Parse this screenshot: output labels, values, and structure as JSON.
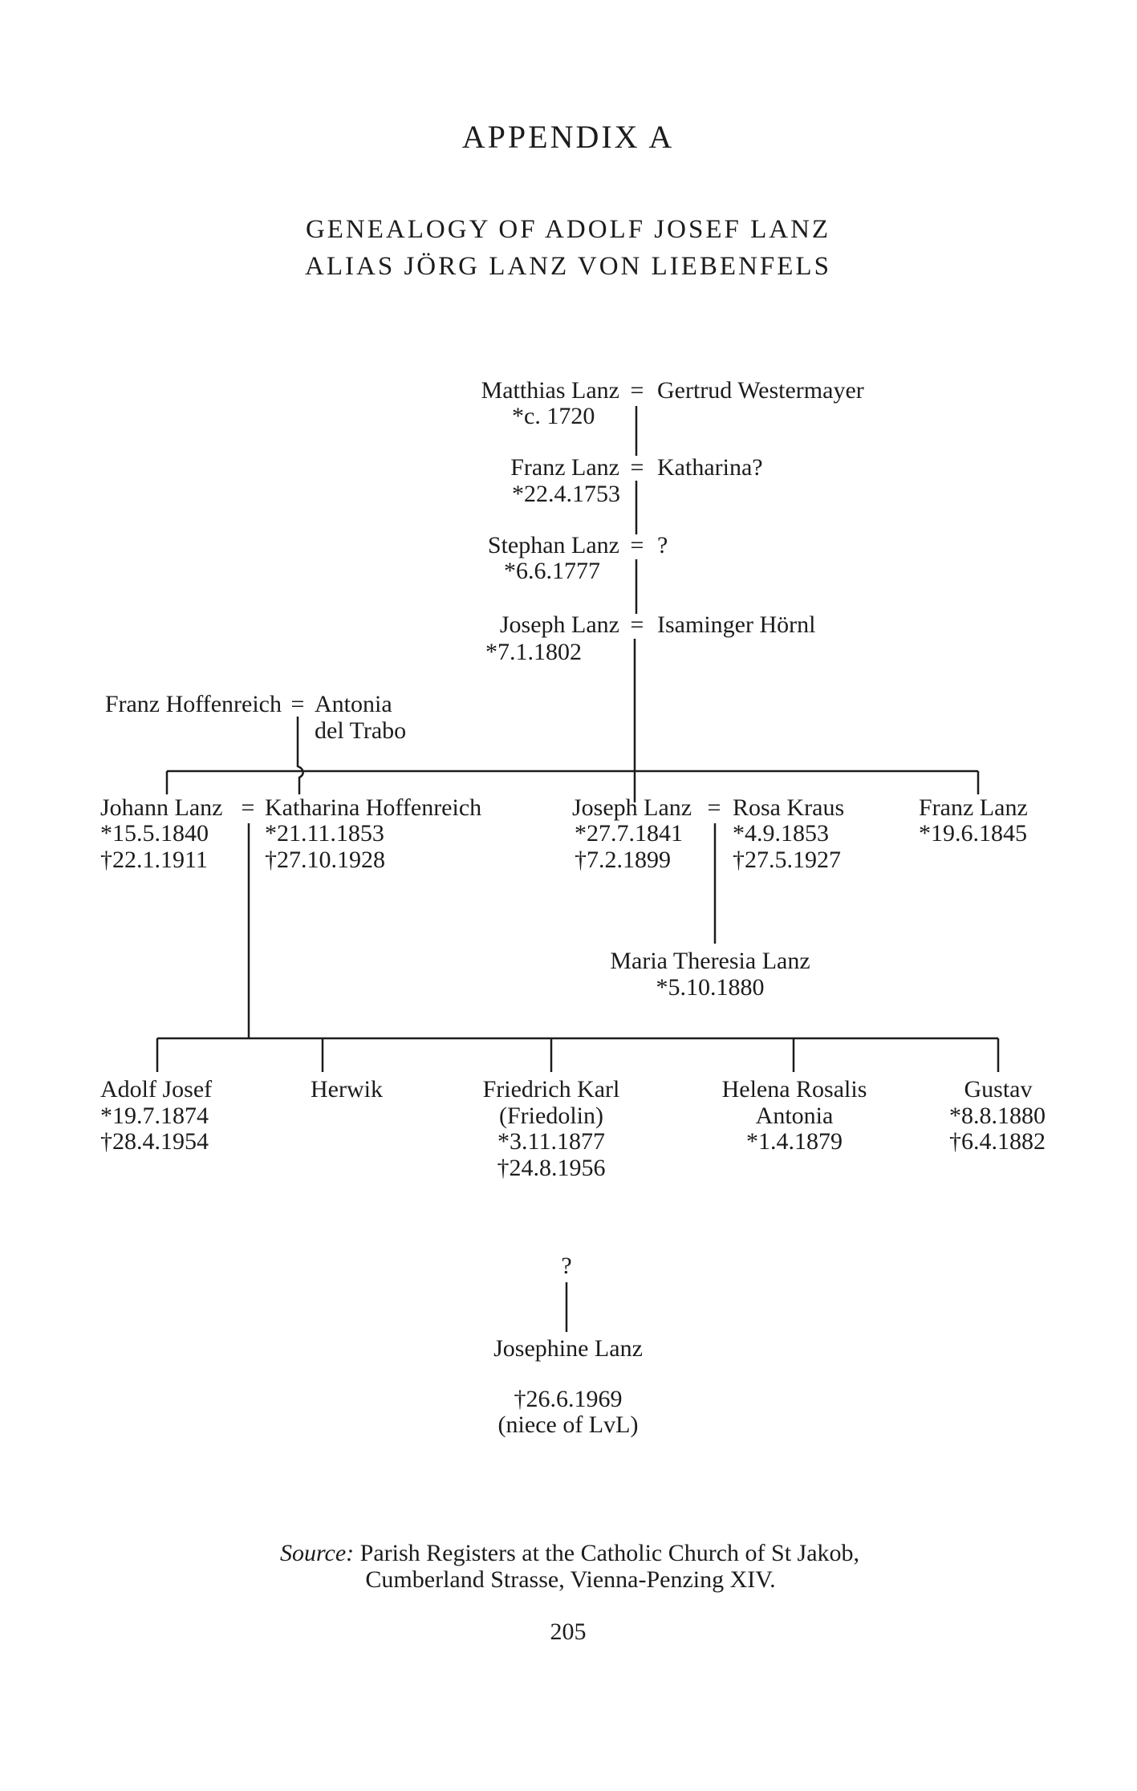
{
  "title": "APPENDIX A",
  "subtitle": [
    "GENEALOGY OF ADOLF JOSEF LANZ",
    "ALIAS JÖRG LANZ VON LIEBENFELS"
  ],
  "marriage_sign": "=",
  "ancestors": [
    {
      "husband": "Matthias Lanz",
      "wife": "Gertrud Westermayer",
      "born": "*c. 1720"
    },
    {
      "husband": "Franz Lanz",
      "wife": "Katharina?",
      "born": "*22.4.1753"
    },
    {
      "husband": "Stephan Lanz",
      "wife": "?",
      "born": "*6.6.1777"
    },
    {
      "husband": "Joseph Lanz",
      "wife": "Isaminger Hörnl",
      "born": "*7.1.1802"
    }
  ],
  "hoffenreich": {
    "husband": "Franz Hoffenreich",
    "wife": [
      "Antonia",
      "del Trabo"
    ]
  },
  "generation_2": {
    "johann": {
      "husband": "Johann Lanz",
      "husband_born": "*15.5.1840",
      "husband_died": "†22.1.1911",
      "wife": "Katharina Hoffenreich",
      "wife_born": "*21.11.1853",
      "wife_died": "†27.10.1928"
    },
    "joseph": {
      "husband": "Joseph Lanz",
      "husband_born": "*27.7.1841",
      "husband_died": "†7.2.1899",
      "wife": "Rosa Kraus",
      "wife_born": "*4.9.1853",
      "wife_died": "†27.5.1927"
    },
    "franz": {
      "name": "Franz Lanz",
      "born": "*19.6.1845"
    }
  },
  "maria": {
    "name": "Maria Theresia Lanz",
    "born": "*5.10.1880"
  },
  "children": [
    {
      "name": "Adolf Josef",
      "lines": [
        "*19.7.1874",
        "†28.4.1954"
      ]
    },
    {
      "name": "Herwik",
      "lines": []
    },
    {
      "name": "Friedrich Karl",
      "lines": [
        "(Friedolin)",
        "*3.11.1877",
        "†24.8.1956"
      ]
    },
    {
      "name": "Helena Rosalis",
      "lines": [
        "Antonia",
        "*1.4.1879"
      ]
    },
    {
      "name": "Gustav",
      "lines": [
        "*8.8.1880",
        "†6.4.1882"
      ]
    }
  ],
  "josephine": {
    "parent": "?",
    "name": "Josephine Lanz",
    "died": "†26.6.1969",
    "note": "(niece of LvL)"
  },
  "source": {
    "label": "Source:",
    "line1": "Parish Registers at the Catholic Church of St Jakob,",
    "line2": "Cumberland Strasse, Vienna-Penzing XIV."
  },
  "page_number": "205"
}
